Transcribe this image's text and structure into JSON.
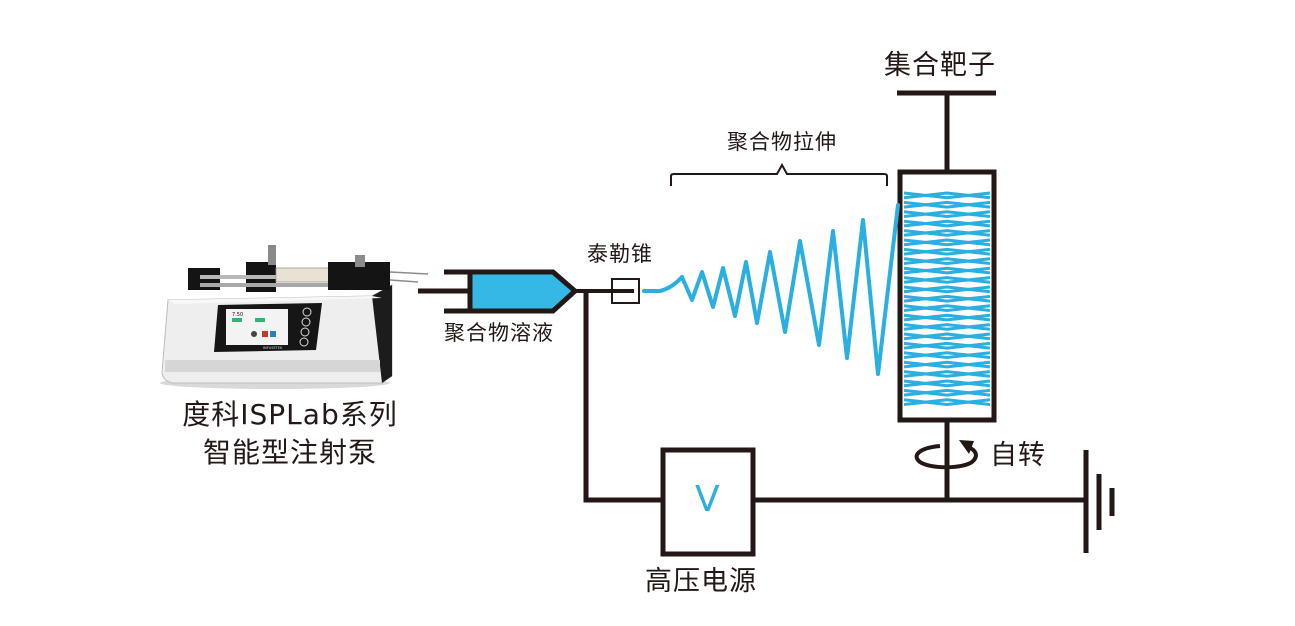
{
  "colors": {
    "line": "#231815",
    "fiber": "#2AAFE0",
    "solution": "#36B8E6",
    "background": "#FFFFFF"
  },
  "labels": {
    "collector": "集合靶子",
    "stretching": "聚合物拉伸",
    "taylor_cone": "泰勒锥",
    "solution": "聚合物溶液",
    "rotation": "自转",
    "power_symbol": "V",
    "power_supply": "高压电源",
    "pump_line1": "度科ISPLab系列",
    "pump_line2": "智能型注射泵"
  },
  "pump": {
    "screen_value": "7.50",
    "brand": "INFUSETEK"
  },
  "icons": {
    "rotation": "rotation-arrow-icon",
    "ground": "ground-icon",
    "pump": "syringe-pump-image"
  }
}
